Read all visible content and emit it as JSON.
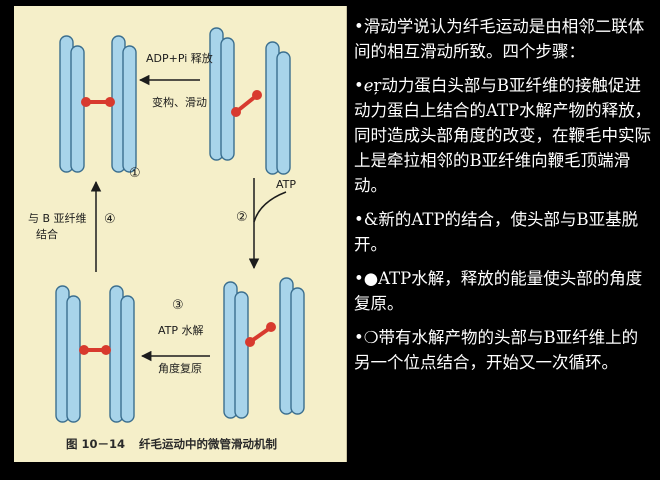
{
  "figure": {
    "label_adp": "ADP+Pi 释放",
    "label_conform": "变构、滑动",
    "step1_num": "①",
    "label_atp": "ATP",
    "step2_num": "②",
    "step3_num": "③",
    "label_hydrolysis": "ATP 水解",
    "label_restore": "角度复原",
    "step4_num": "④",
    "label_bind_line1": "与 B 亚纤维",
    "label_bind_line2": "结合",
    "caption_num": "图 10－14",
    "caption_text": "纤毛运动中的微管滑动机制"
  },
  "text": {
    "intro": "•滑动学说认为纤毛运动是由相邻二联体间的相互滑动所致。四个步骤：",
    "step1": "•ℯŗ动力蛋白头部与B亚纤维的接触促进动力蛋白上结合的ATP水解产物的释放，同时造成头部角度的改变，在鞭毛中实际上是牵拉相邻的B亚纤维向鞭毛顶端滑动。",
    "step2": "•&新的ATP的结合，使头部与B亚基脱开。",
    "step3": "•●ATP水解，释放的能量使头部的角度复原。",
    "step4": "•❍带有水解产物的头部与B亚纤维上的另一个位点结合，开始又一次循环。"
  },
  "colors": {
    "panel_bg": "#f5efc9",
    "tubule_fill": "#a8d4ea",
    "tubule_stroke": "#3b6f8f",
    "dynein_red": "#d83a2e",
    "text_white": "#ffffff",
    "page_bg": "#000000"
  }
}
